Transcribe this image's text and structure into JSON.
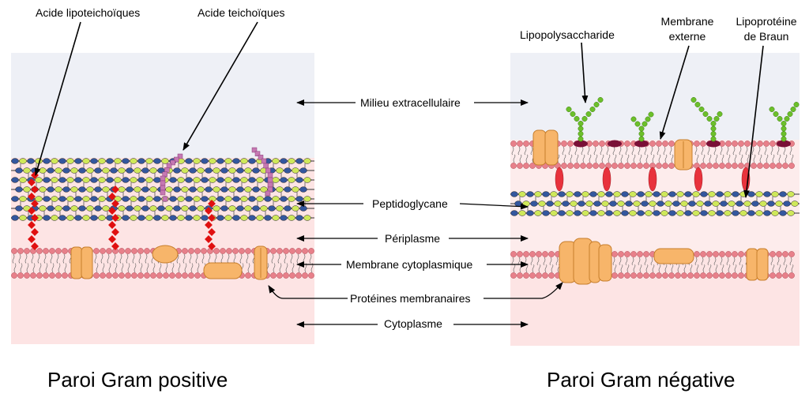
{
  "labels": {
    "acide_lipoteichoiques": "Acide lipoteichoïques",
    "acide_teichoiques": "Acide teichoïques",
    "lipopolysaccharide": "Lipopolysaccharide",
    "membrane_externe": "Membrane\nexterne",
    "lipoproteine_braun": "Lipoprotéine\nde Braun",
    "milieu_extracellulaire": "Milieu extracellulaire",
    "peptidoglycane": "Peptidoglycane",
    "periplasme": "Périplasme",
    "membrane_cytoplasmique": "Membrane cytoplasmique",
    "proteines_membranaires": "Protéines membranaires",
    "cytoplasme": "Cytoplasme"
  },
  "titles": {
    "gram_positive": "Paroi Gram positive",
    "gram_negative": "Paroi Gram négative"
  },
  "colors": {
    "extracellular": "#eef0f6",
    "cytoplasm": "#fde4e4",
    "periplasm": "#fdecec",
    "lipid_head": "#e8808a",
    "protein": "#f7b56a",
    "glycan_blue": "#34579e",
    "glycan_green": "#cfe85a",
    "teichoic": "#c678b2",
    "lipoteichoic": "#e01010",
    "lps_sugar": "#6cc02a",
    "lps_base": "#7a1037",
    "braun": "#e8323c"
  }
}
